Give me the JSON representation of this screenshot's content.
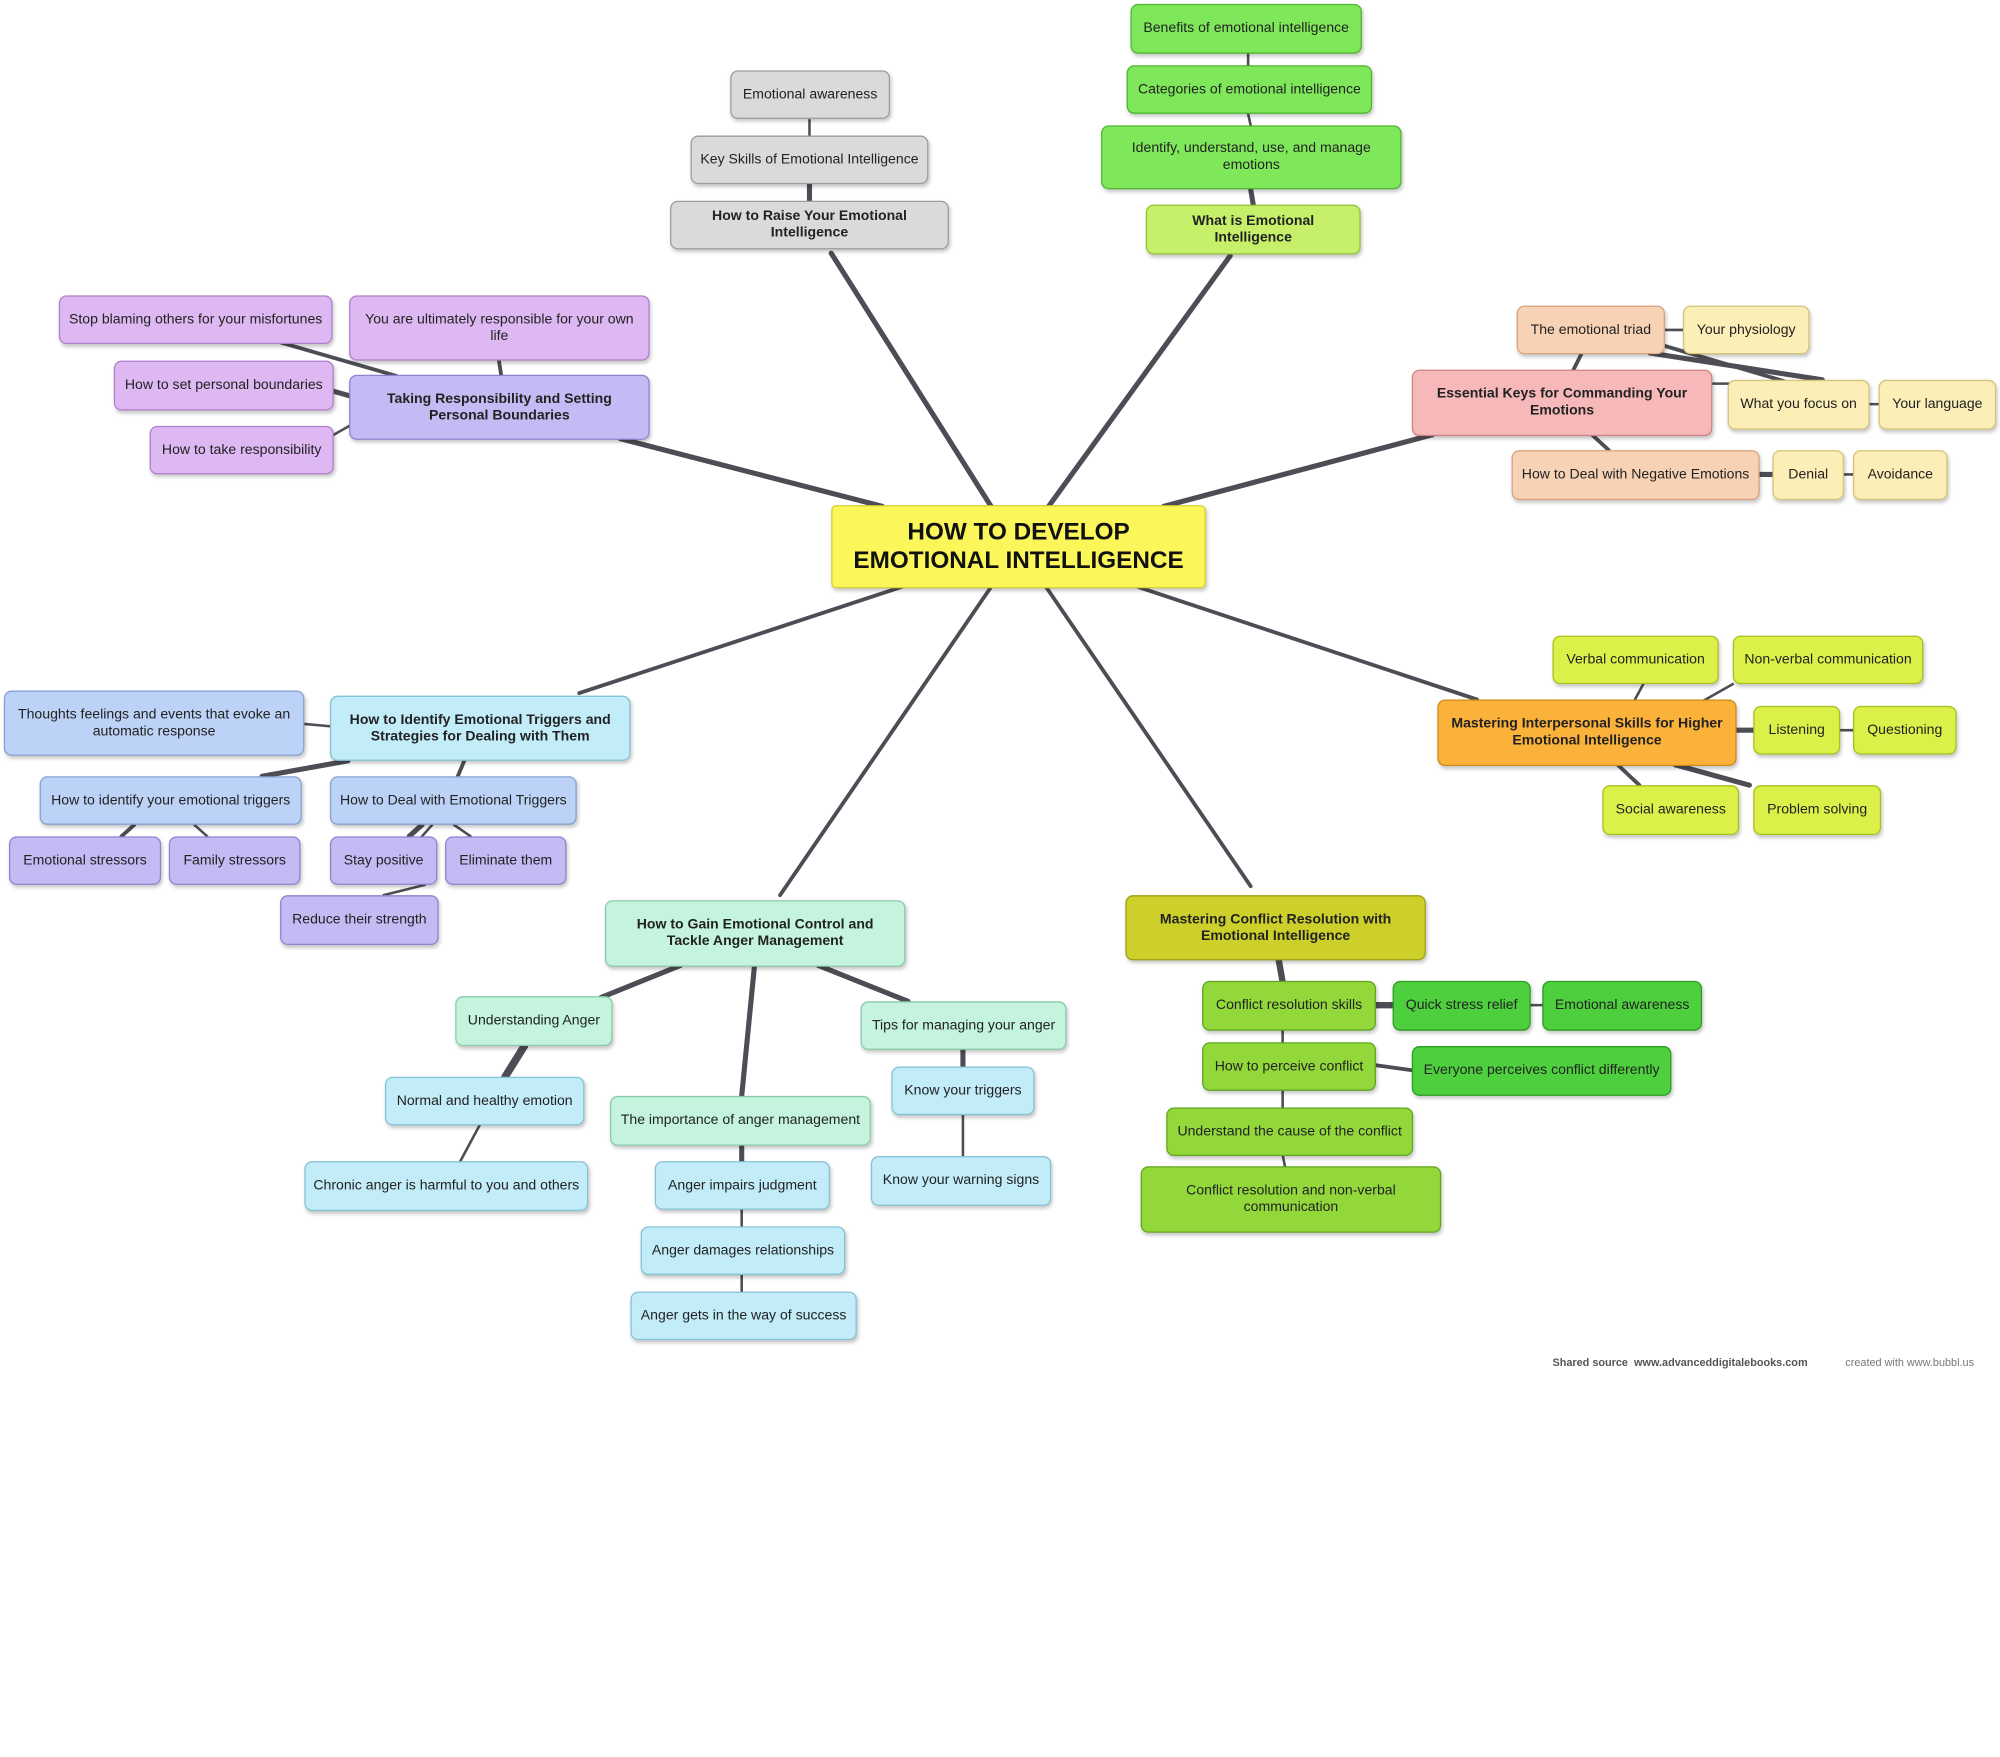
{
  "root": "HOW TO DEVELOP EMOTIONAL INTELLIGENCE",
  "groups": {
    "raise": [
      "Emotional awareness",
      "Key Skills of Emotional Intelligence",
      "How to Raise Your Emotional Intelligence"
    ],
    "what": [
      "Benefits of emotional intelligence",
      "Categories of emotional intelligence",
      "Identify, understand, use, and manage emotions",
      "What is Emotional Intelligence"
    ],
    "keys": [
      "The emotional triad",
      "Your physiology",
      "Essential Keys for Commanding Your Emotions",
      "What you focus on",
      "Your language",
      "How to Deal with Negative Emotions",
      "Denial",
      "Avoidance"
    ],
    "resp": [
      "Stop blaming others for your misfortunes",
      "You are ultimately responsible for your own life",
      "How to set personal boundaries",
      "Taking Responsibility and Setting Personal Boundaries",
      "How to take responsibility"
    ],
    "triggers": [
      "Thoughts feelings and events that evoke an automatic response",
      "How to Identify Emotional Triggers and Strategies for Dealing with Them",
      "How to identify your emotional triggers",
      "How to Deal with Emotional Triggers",
      "Emotional stressors",
      "Family stressors",
      "Stay positive",
      "Eliminate them",
      "Reduce their strength"
    ],
    "interpersonal": [
      "Verbal communication",
      "Non-verbal communication",
      "Mastering Interpersonal Skills for Higher Emotional Intelligence",
      "Listening",
      "Questioning",
      "Social awareness",
      "Problem solving"
    ],
    "anger": [
      "How to Gain Emotional Control and Tackle Anger Management",
      "Understanding Anger",
      "Normal and healthy emotion",
      "Chronic anger is harmful to you and others",
      "The importance of anger management",
      "Anger impairs judgment",
      "Anger damages relationships",
      "Anger gets in the way of success",
      "Tips for managing your anger",
      "Know your triggers",
      "Know your warning signs"
    ],
    "conflict": [
      "Mastering Conflict Resolution with Emotional Intelligence",
      "Conflict resolution skills",
      "Quick stress relief",
      "Emotional awareness",
      "How to perceive conflict",
      "Everyone perceives conflict differently",
      "Understand the cause of the conflict",
      "Conflict resolution and non-verbal communication"
    ]
  },
  "footer": {
    "shared_label": "Shared source",
    "shared_url": "www.advanceddigitalebooks.com",
    "created": "created with www.bubbl.us"
  },
  "colors": {
    "gray": "#dadada",
    "green": "#7fe85a",
    "lime": "#c6f06a",
    "salmon": "#f6b8b8",
    "peach": "#f8d2b4",
    "cream": "#fbeeb6",
    "purple": "#deb8f2",
    "lavender": "#c4baf4",
    "blue": "#bcd2f6",
    "cyan": "#c2ecf8",
    "mint": "#c4f4de",
    "yellowgreen": "#dcf04a",
    "orange": "#fbb23a",
    "olive": "#cdcf2a",
    "leaf": "#92d83a",
    "green2": "#4ed03e",
    "root": "#fbf65a"
  }
}
